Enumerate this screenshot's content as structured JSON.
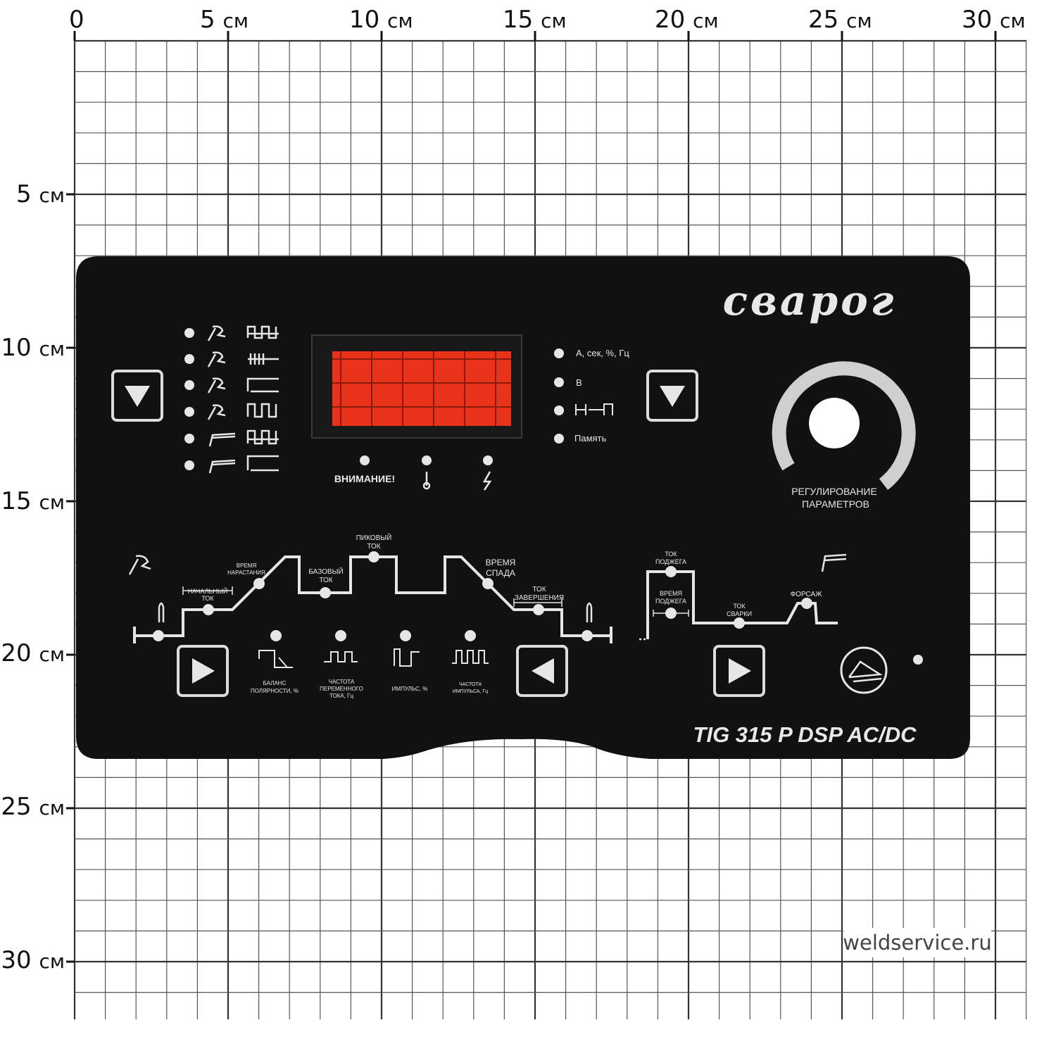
{
  "ruler": {
    "top": [
      {
        "num": "0",
        "unit": ""
      },
      {
        "num": "5",
        "unit": "см"
      },
      {
        "num": "10",
        "unit": "см"
      },
      {
        "num": "15",
        "unit": "см"
      },
      {
        "num": "20",
        "unit": "см"
      },
      {
        "num": "25",
        "unit": "см"
      },
      {
        "num": "30",
        "unit": "см"
      }
    ],
    "left": [
      {
        "num": "5",
        "unit": "см"
      },
      {
        "num": "10",
        "unit": "см"
      },
      {
        "num": "15",
        "unit": "см"
      },
      {
        "num": "20",
        "unit": "см"
      },
      {
        "num": "25",
        "unit": "см"
      },
      {
        "num": "30",
        "unit": "см"
      }
    ]
  },
  "panel": {
    "brand": "свapoг",
    "model": "TIG 315 P DSP AC/DC",
    "indicators": {
      "units": "А, сек, %, Гц",
      "volts": "В",
      "memory": "Память",
      "warning": "ВНИМАНИЕ!"
    },
    "knob": {
      "line1": "РЕГУЛИРОВАНИЕ",
      "line2": "ПАРАМЕТРОВ"
    },
    "cycle": {
      "start_current": [
        "НАЧАЛЬНЫЙ",
        "ТОК"
      ],
      "rise_time": [
        "ВРЕМЯ",
        "НАРАСТАНИЯ"
      ],
      "base_current": [
        "БАЗОВЫЙ",
        "ТОК"
      ],
      "peak_current": [
        "ПИКОВЫЙ",
        "ТОК"
      ],
      "fall_time": [
        "ВРЕМЯ",
        "СПАДА"
      ],
      "end_current": [
        "ТОК",
        "ЗАВЕРШЕНИЯ"
      ]
    },
    "mma": {
      "ignition_current": [
        "ТОК",
        "ПОДЖЕГА"
      ],
      "ignition_time": [
        "ВРЕМЯ",
        "ПОДЖЕГА"
      ],
      "weld_current": [
        "ТОК",
        "СВАРКИ"
      ],
      "arc_force": "ФОРСАЖ"
    },
    "params": {
      "balance": [
        "БАЛАНС",
        "ПОЛЯРНОСТИ, %"
      ],
      "ac_freq": [
        "ЧАСТОТА",
        "ПЕРЕМЕННОГО",
        "ТОКА, Гц"
      ],
      "pulse": "ИМПУЛЬС, %",
      "pulse_freq": [
        "ЧАСТОТА",
        "ИМПУЛЬСА, Гц"
      ]
    },
    "colors": {
      "panel": "#111111",
      "print": "#e6e6e6",
      "display": "#e8321a"
    }
  },
  "watermark": "weldservice.ru"
}
